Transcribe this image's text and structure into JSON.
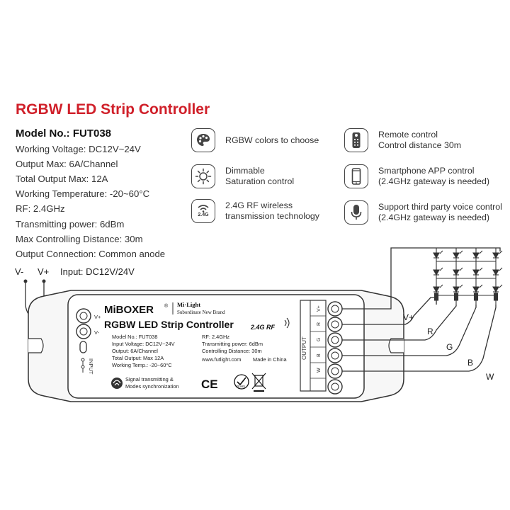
{
  "title": "RGBW LED Strip Controller",
  "specs": {
    "model": "Model No.: FUT038",
    "lines": [
      "Working Voltage: DC12V~24V",
      "Output Max: 6A/Channel",
      "Total Output Max: 12A",
      "Working Temperature: -20~60°C",
      "RF: 2.4GHz",
      "Transmitting power: 6dBm",
      "Max Controlling Distance: 30m",
      "Output Connection: Common anode"
    ]
  },
  "features": [
    {
      "line1": "RGBW colors to choose",
      "line2": ""
    },
    {
      "line1": "Dimmable",
      "line2": "Saturation control"
    },
    {
      "line1": "2.4G RF wireless",
      "line2": "transmission technology"
    },
    {
      "line1": "Remote control",
      "line2": "Control distance 30m"
    },
    {
      "line1": "Smartphone APP control",
      "line2": "(2.4GHz gateway is needed)"
    },
    {
      "line1": "Support third party voice control",
      "line2": "(2.4GHz gateway is needed)"
    }
  ],
  "icon_badge": "2.4G",
  "wiring": {
    "v_minus": "V-",
    "v_plus": "V+",
    "input_label": "Input: DC12V/24V",
    "out_vplus": "V+",
    "out_r": "R",
    "out_g": "G",
    "out_b": "B",
    "out_w": "W"
  },
  "device": {
    "brand": "MiBOXER",
    "brand_reg": "®",
    "sub_brand": "Mi·Light",
    "sub_brand_note": "Subordinate New Brand",
    "product": "RGBW LED Strip Controller",
    "rf_badge": "2.4G RF",
    "left_col": [
      "Model No.: FUT038",
      "Input Voltage: DC12V~24V",
      "Output: 6A/Channel",
      "Total Output: Max 12A",
      "Working Temp.: -20~60°C"
    ],
    "right_col": [
      "RF: 2.4GHz",
      "Transmitting power: 6dBm",
      "Controlling Distance: 30m"
    ],
    "website": "www.futlight.com",
    "made_in": "Made in China",
    "signal_note_1": "Signal transmitting &",
    "signal_note_2": "Modes synchronization",
    "cert_ce": "CE",
    "cert_rohs": "RoHS",
    "input_vplus": "V+",
    "input_vminus": "V-",
    "input_label": "INPUT",
    "output_label": "OUTPUT",
    "output_terms": [
      "V+",
      "R",
      "G",
      "B",
      "W"
    ]
  }
}
